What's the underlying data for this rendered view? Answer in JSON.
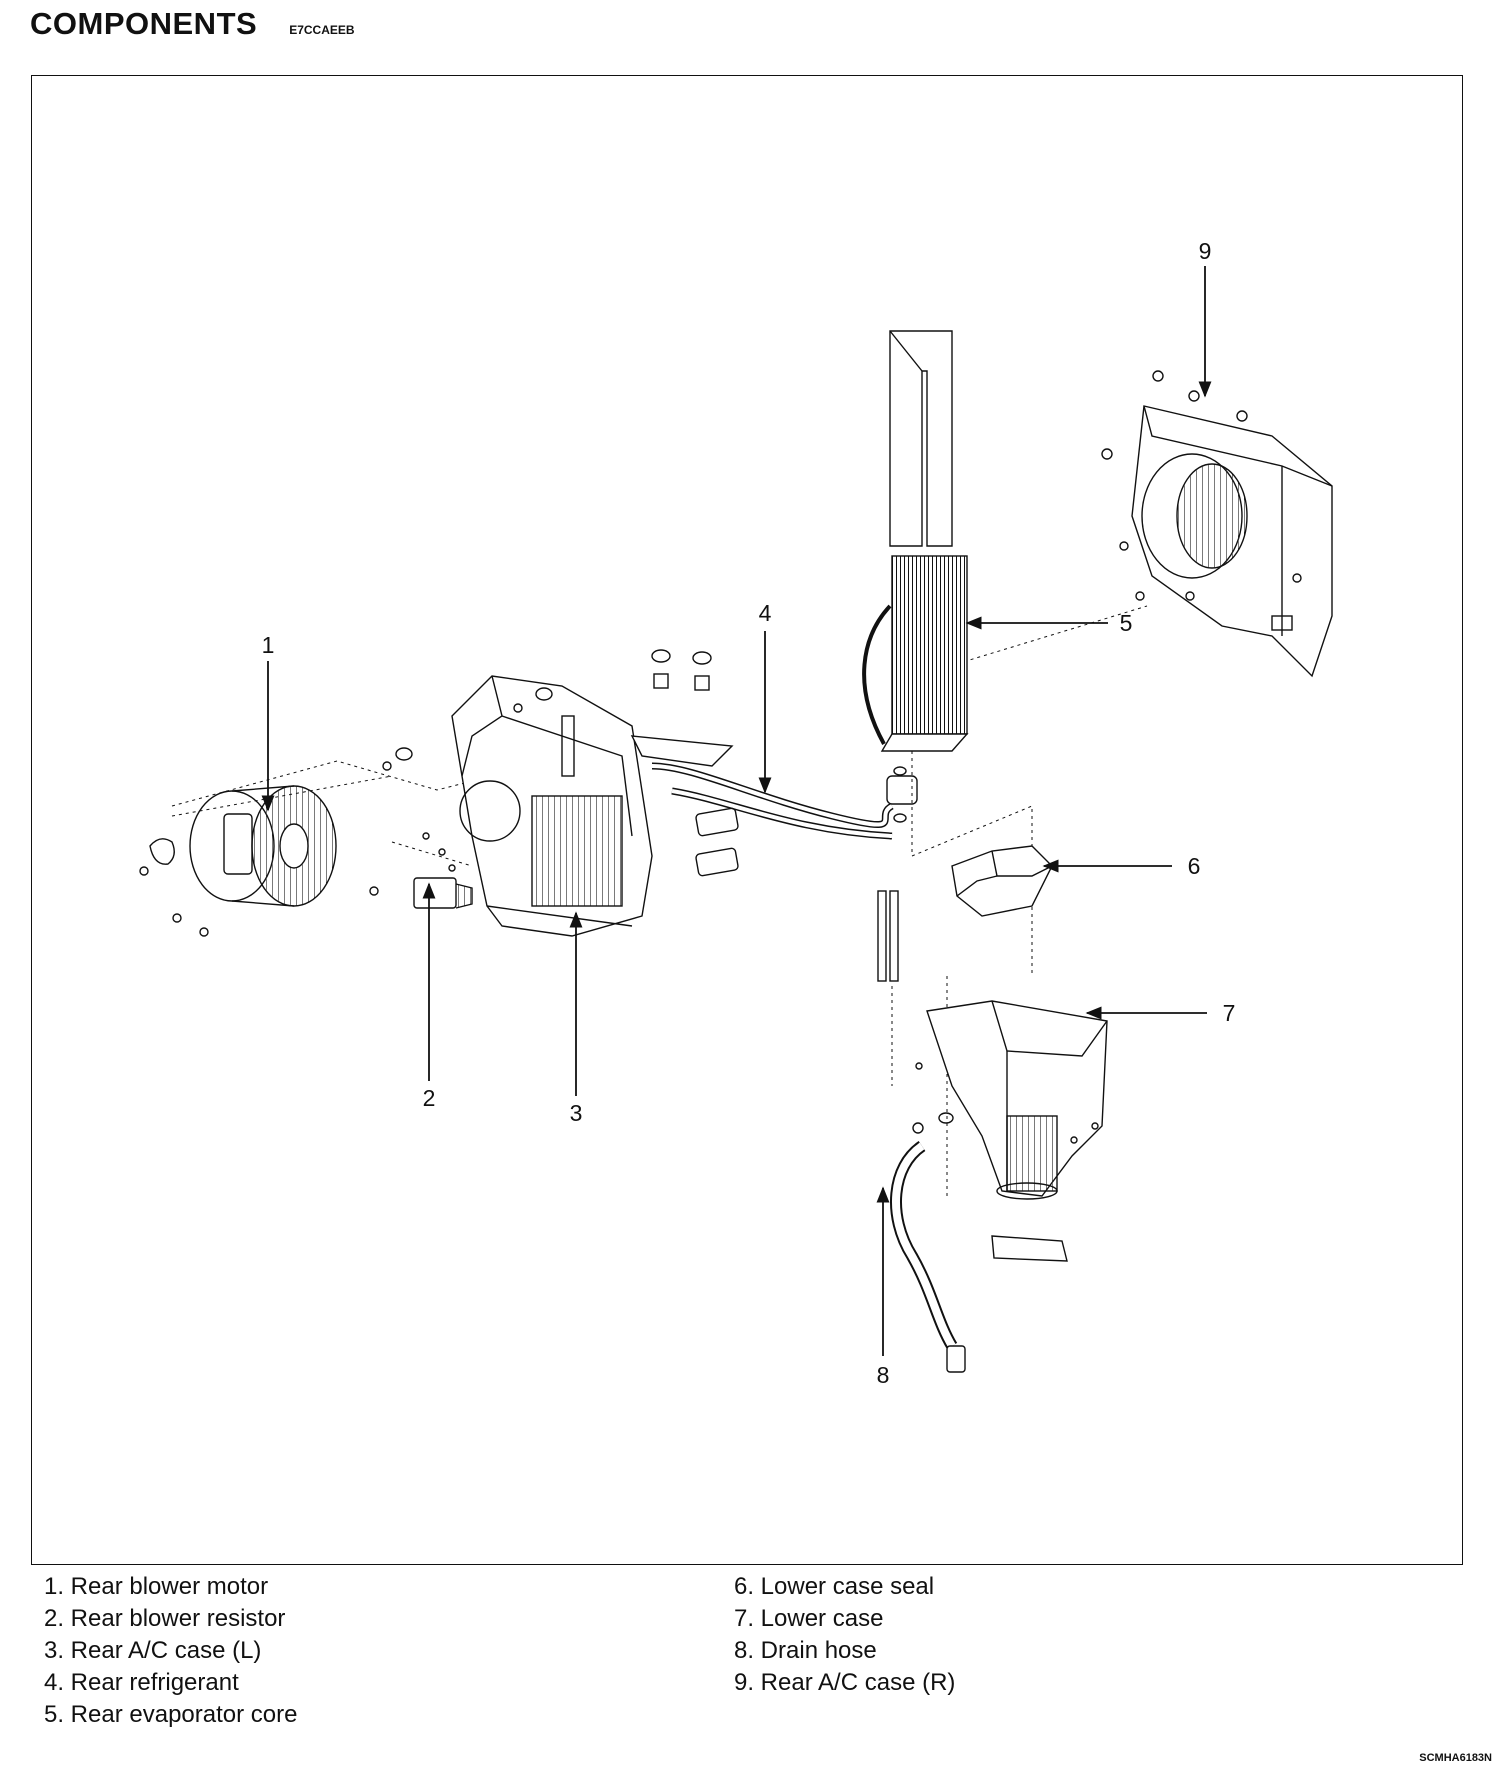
{
  "header": {
    "title": "COMPONENTS",
    "code": "E7CCAEEB"
  },
  "callouts": [
    "1",
    "2",
    "3",
    "4",
    "5",
    "6",
    "7",
    "8",
    "9"
  ],
  "legend": {
    "left": [
      "1. Rear blower motor",
      "2. Rear blower resistor",
      "3. Rear A/C case (L)",
      "4. Rear refrigerant",
      "5. Rear evaporator core"
    ],
    "right": [
      "6. Lower case seal",
      "7. Lower case",
      "8. Drain hose",
      "9. Rear A/C case (R)"
    ]
  },
  "image_code": "SCMHA6183N"
}
